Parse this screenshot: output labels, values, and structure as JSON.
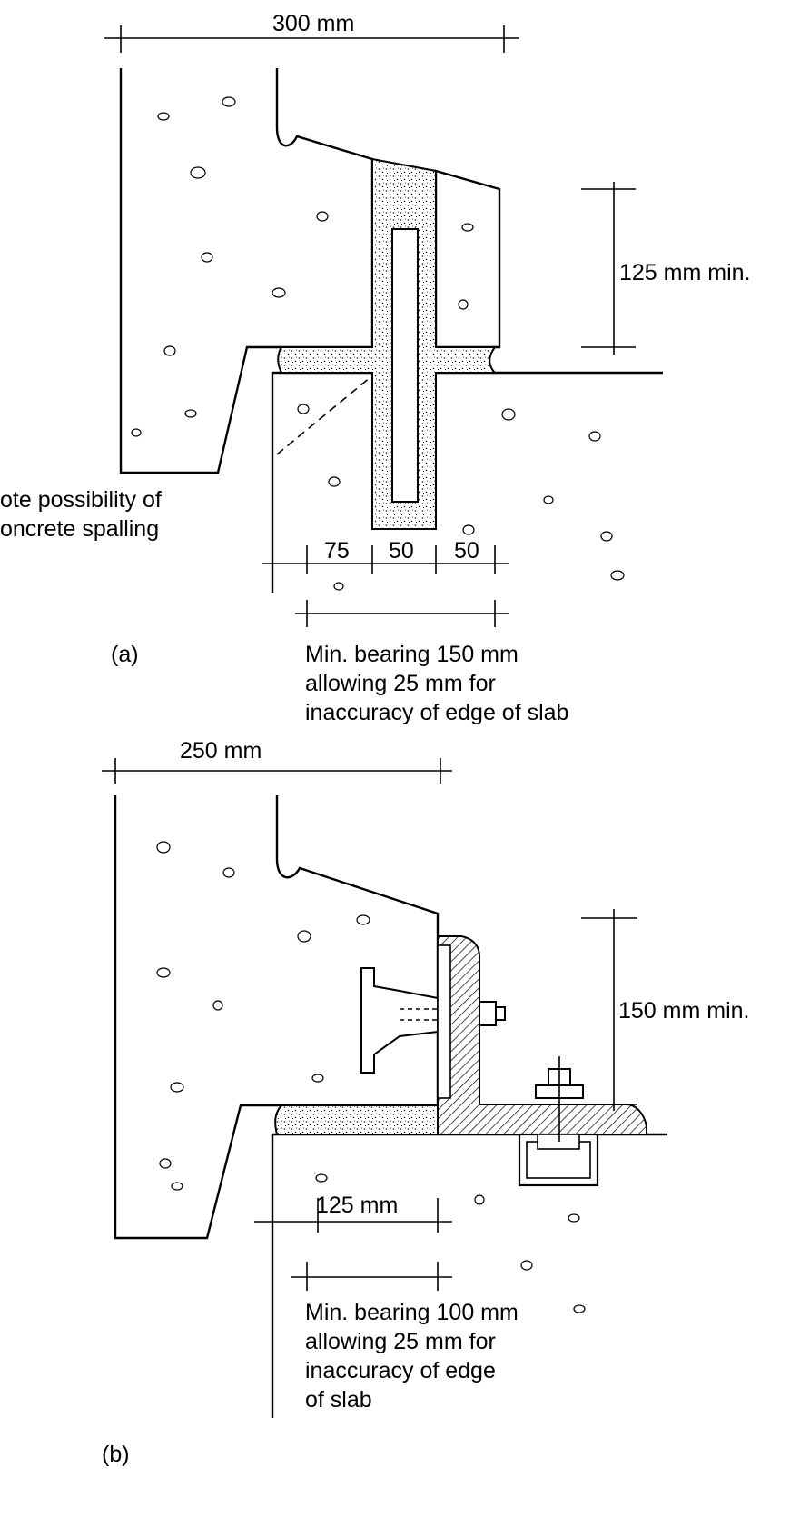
{
  "panel_a": {
    "label": "(a)",
    "width_dim": "300 mm",
    "height_dim": "125 mm min.",
    "dim_75": "75",
    "dim_50a": "50",
    "dim_50b": "50",
    "note_line1": "ote possibility of",
    "note_line2": "oncrete spalling",
    "bearing_line1": "Min. bearing 150 mm",
    "bearing_line2": "allowing 25 mm for",
    "bearing_line3": "inaccuracy of edge of slab"
  },
  "panel_b": {
    "label": "(b)",
    "width_dim": "250 mm",
    "height_dim": "150 mm min.",
    "dim_125": "125 mm",
    "bearing_line1": "Min. bearing 100 mm",
    "bearing_line2": "allowing 25 mm for",
    "bearing_line3": "inaccuracy of edge",
    "bearing_line4": "of slab"
  }
}
